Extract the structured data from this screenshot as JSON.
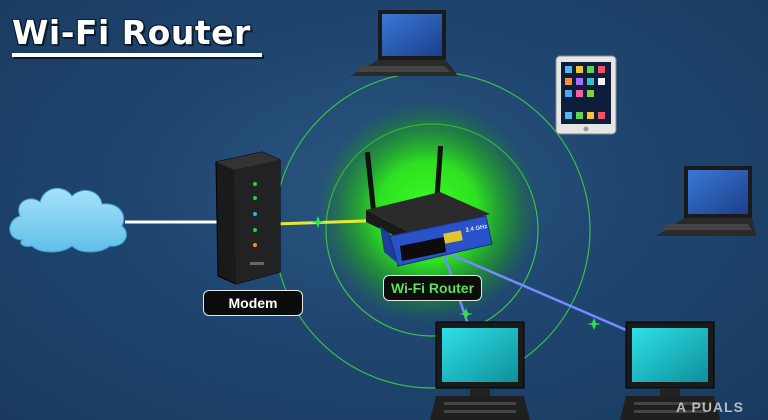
{
  "title": "Wi-Fi Router",
  "labels": {
    "modem": "Modem",
    "router": "Wi-Fi Router"
  },
  "device_text": {
    "router_badge": "2.4 GHz"
  },
  "watermark": "A  PUALS",
  "colors": {
    "background": "#1f4670",
    "glow": "#39ff2a",
    "router_body": "#2a52c8",
    "cable_modem_router": "#e8e833",
    "cable_router_pc": "#6f8dff",
    "cable_cloud_modem": "#ffffff",
    "cloud": "#7fd0f2",
    "screen": "#17b7c2",
    "ring": "#3fd23f"
  },
  "icons": [
    "cloud-icon",
    "modem-icon",
    "wifi-router-icon",
    "laptop-icon",
    "tablet-icon",
    "desktop-computer-icon"
  ]
}
